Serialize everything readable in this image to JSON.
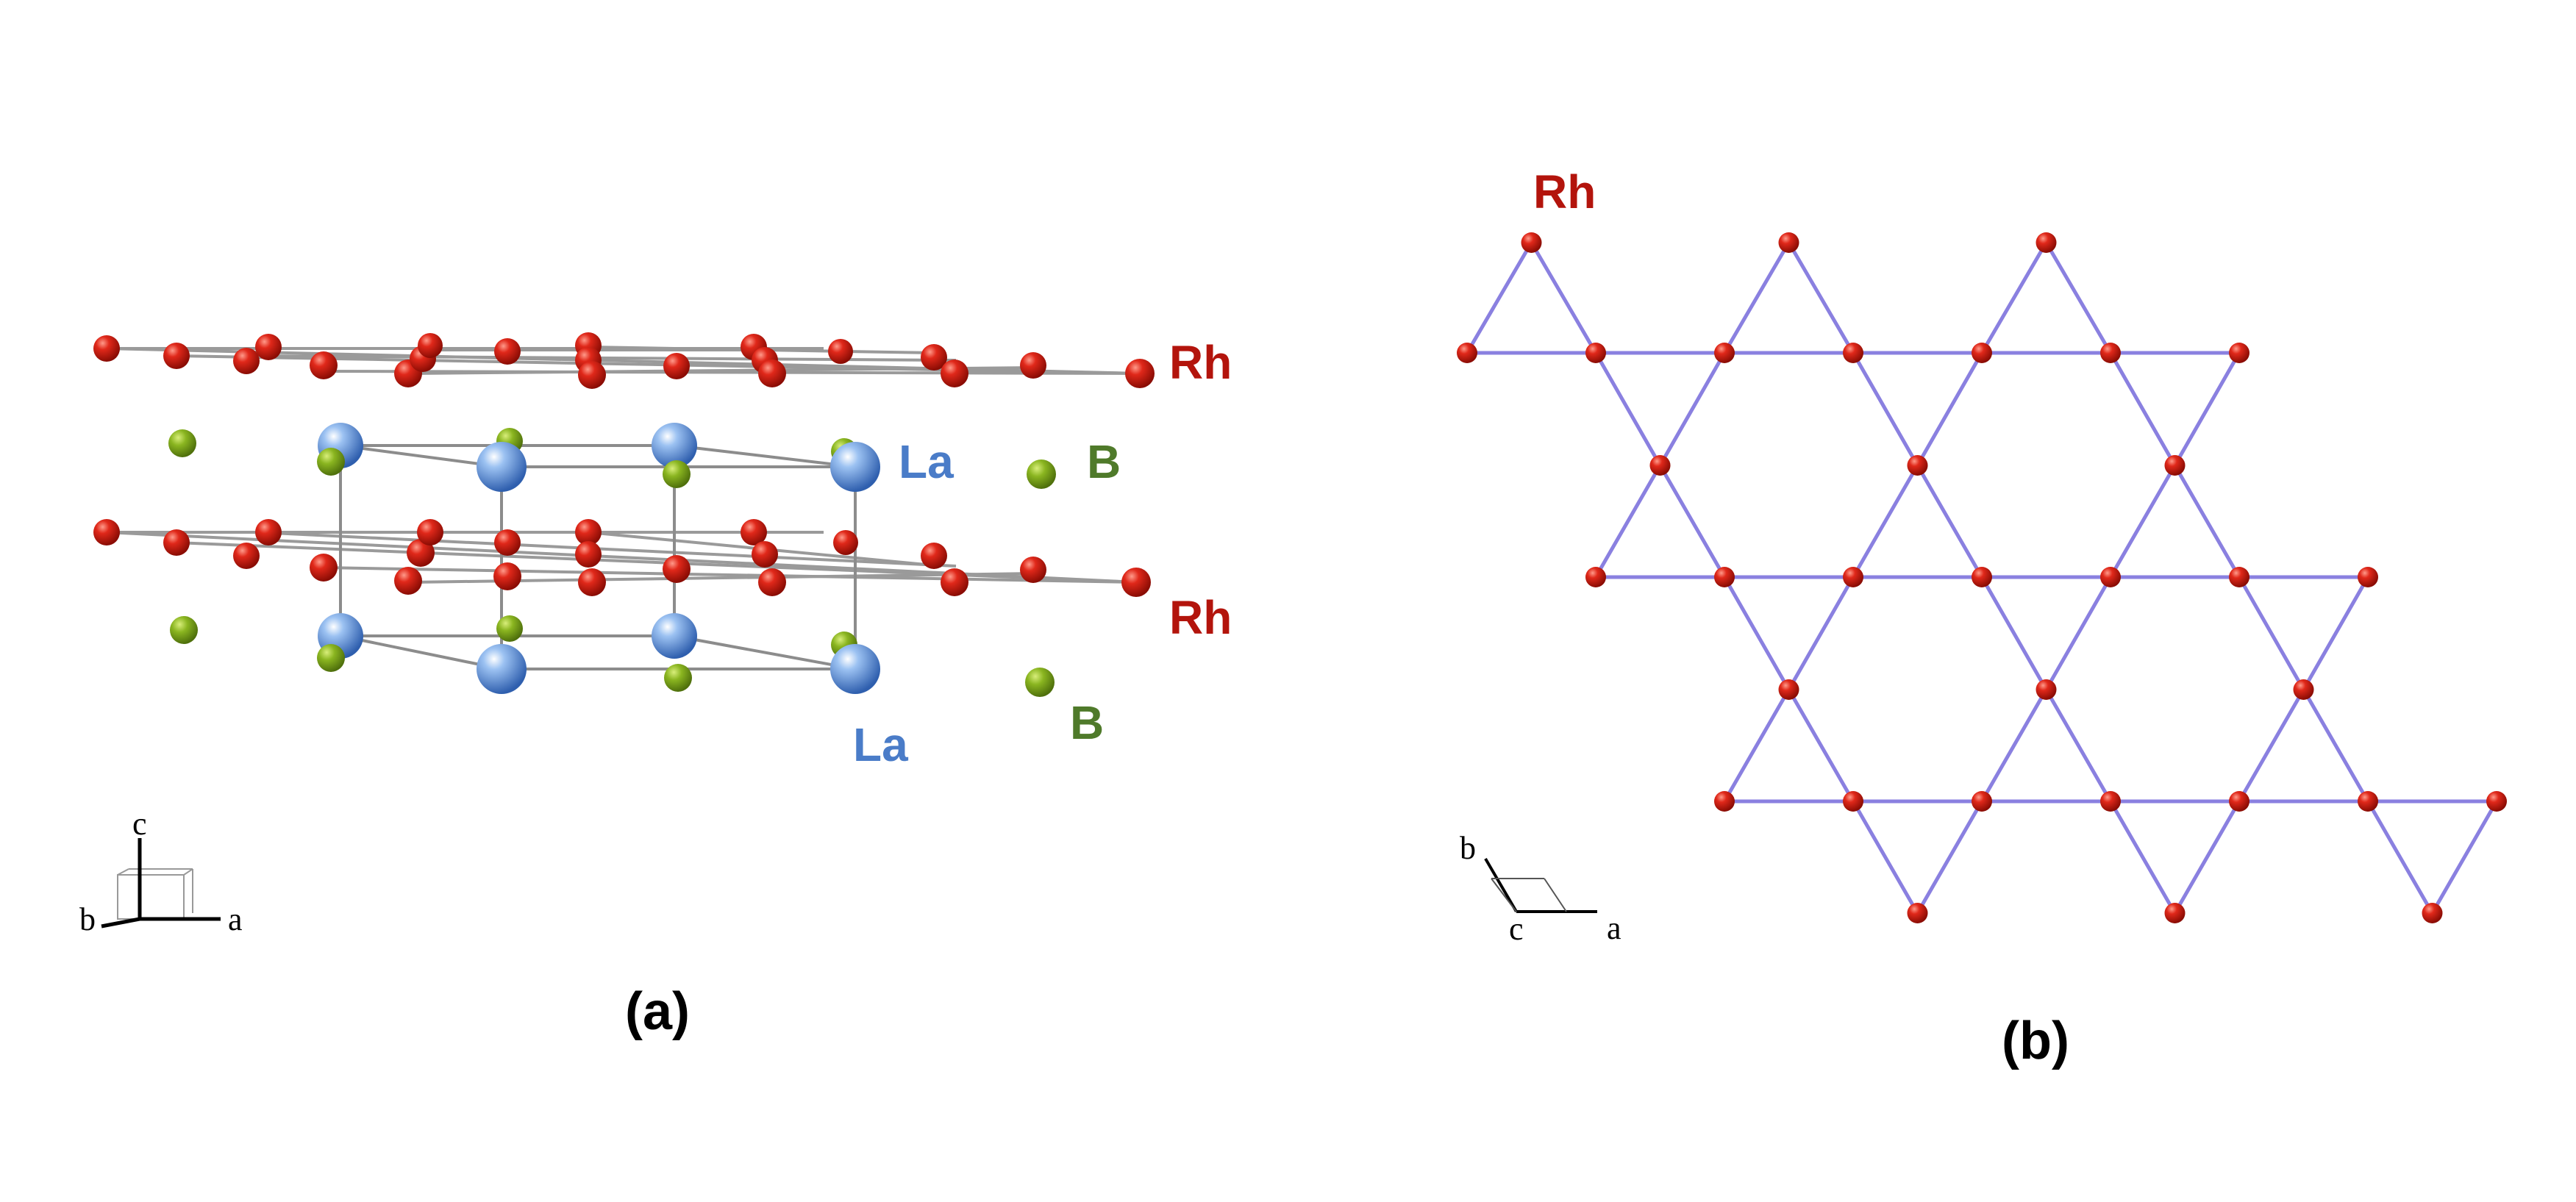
{
  "panel_a": {
    "caption": "(a)",
    "labels": {
      "rh_top": "Rh",
      "rh_bottom": "Rh",
      "la_top": "La",
      "la_bottom": "La",
      "b_top": "B",
      "b_bottom": "B"
    },
    "axes": {
      "c": "c",
      "b": "b",
      "a": "a"
    }
  },
  "panel_b": {
    "caption": "(b)",
    "labels": {
      "rh": "Rh"
    },
    "axes": {
      "b": "b",
      "c": "c",
      "a": "a"
    }
  },
  "colors": {
    "rh": "#cc1f10",
    "la": "#4a7fd4",
    "b": "#6e9a14",
    "label_rh": "#b3140c",
    "label_la": "#4a7cc8",
    "label_b": "#4f7a2a",
    "kagome_bond": "#8a80e0",
    "bond_grey": "#8c8c8c"
  }
}
